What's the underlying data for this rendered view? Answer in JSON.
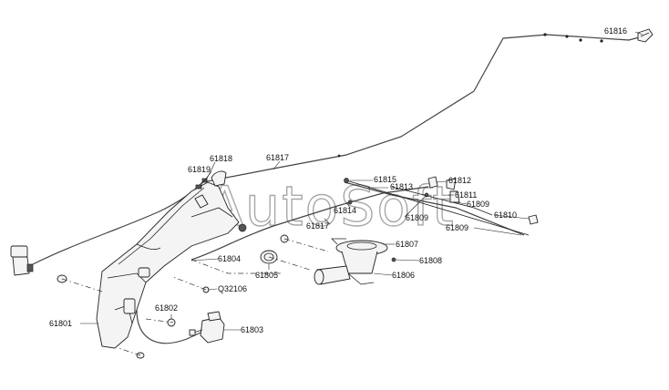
{
  "watermark": "AutoSoft",
  "colors": {
    "line": "#222222",
    "label": "#111111",
    "watermark": "#9a9a9a",
    "background": "#ffffff"
  },
  "labels": {
    "p61816": "61816",
    "p61818": "61818",
    "p61817a": "61817",
    "p61819": "61819",
    "p61815": "61815",
    "p61812": "61812",
    "p61813": "61813",
    "p61811": "61811",
    "p61809a": "61809",
    "p61814": "61814",
    "p61809b": "61809",
    "p61810": "61810",
    "p61817b": "61817",
    "p61809c": "61809",
    "p61807": "61807",
    "p61804": "61804",
    "p61808": "61808",
    "p61805": "61805",
    "p61806": "61806",
    "pQ32106": "Q32106",
    "p61802": "61802",
    "p61801": "61801",
    "p61803": "61803"
  }
}
